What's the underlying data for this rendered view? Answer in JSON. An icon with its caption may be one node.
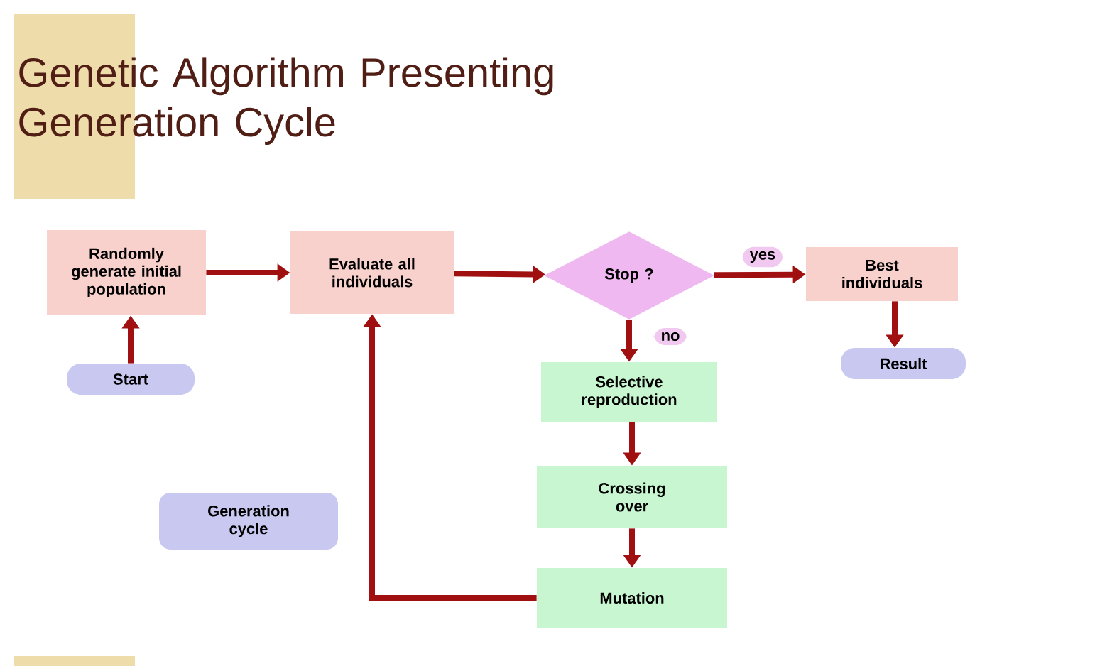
{
  "diagram": {
    "title": "Genetic Algorithm Presenting Generation Cycle",
    "nodes": [
      {
        "text": [
          "Randomly generate initial population"
        ]
      },
      {
        "text": [
          "Evaluate all individuals"
        ]
      },
      {
        "text": [
          "Stop ?"
        ]
      },
      {
        "text": [
          "Best individuals"
        ]
      },
      {
        "text": [
          "Start"
        ]
      },
      {
        "text": [
          "Selective reproduction"
        ]
      },
      {
        "text": [
          "Crossing over"
        ]
      },
      {
        "text": [
          "Mutation"
        ]
      },
      {
        "text": [
          "Result"
        ]
      },
      {
        "text": [
          "Generation cycle"
        ]
      }
    ],
    "edges": [
      {
        "from": 4,
        "to": 0,
        "arrow": "to"
      },
      {
        "from": 0,
        "to": 1,
        "arrow": "to"
      },
      {
        "from": 1,
        "to": 2,
        "arrow": "to"
      },
      {
        "from": 2,
        "to": 3,
        "arrow": "to",
        "label": "yes"
      },
      {
        "from": 3,
        "to": 8,
        "arrow": "to"
      },
      {
        "from": 2,
        "to": 5,
        "arrow": "to",
        "label": "no"
      },
      {
        "from": 5,
        "to": 6,
        "arrow": "to"
      },
      {
        "from": 6,
        "to": 7,
        "arrow": "to"
      },
      {
        "from": 7,
        "to": 1,
        "arrow": "to"
      }
    ]
  }
}
